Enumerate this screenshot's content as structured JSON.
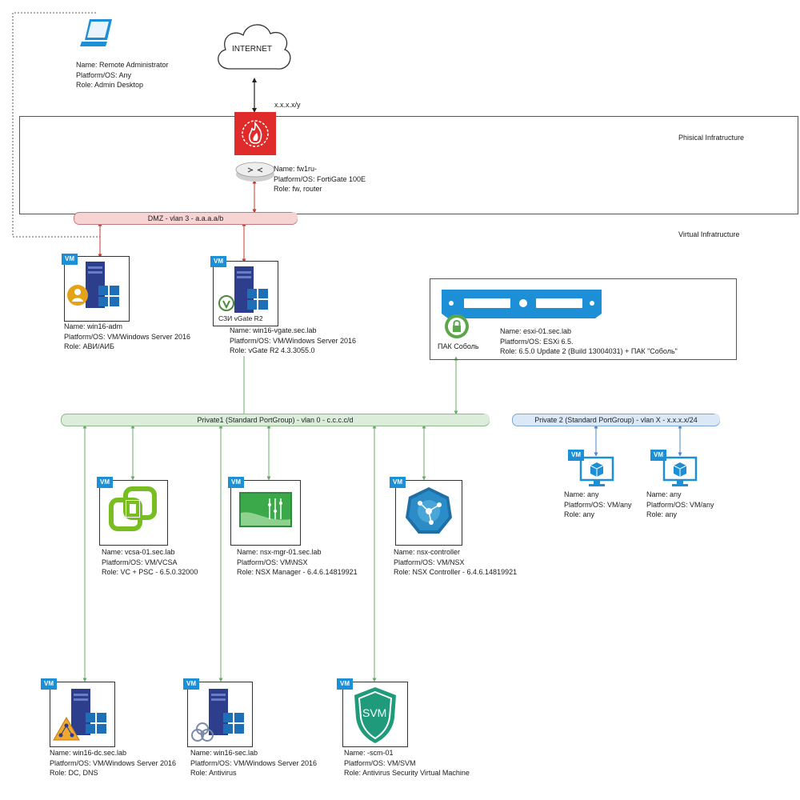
{
  "internet": {
    "label": "INTERNET"
  },
  "wan": {
    "label": "x.x.x.x/y"
  },
  "zones": {
    "physical": "Phisical Infratructure",
    "virtual": "Virtual Infratructure"
  },
  "networks": {
    "dmz": "DMZ - vlan 3 - a.a.a.a/b",
    "private1": "Private1 (Standard PortGroup) - vlan 0 - c.c.c.c/d",
    "private2": "Private 2 (Standard PortGroup) - vlan X - x.x.x.x/24"
  },
  "vm_tag": "VM",
  "nodes": {
    "remote_admin": {
      "lines": [
        "Name: Remote Administrator",
        "Platform/OS: Any",
        "Role: Admin Desktop"
      ]
    },
    "firewall": {
      "lines": [
        "Name: fw1ru-",
        "Platform/OS: FortiGate 100E",
        "Role: fw, router"
      ]
    },
    "win16_adm": {
      "lines": [
        "Name: win16-adm",
        "Platform/OS: VM/Windows Server 2016",
        "Role: АВИ/АИБ"
      ]
    },
    "win16_vgate": {
      "badge": "СЗИ vGate R2",
      "lines": [
        "Name: win16-vgate.sec.lab",
        "Platform/OS: VM/Windows Server 2016",
        "Role: vGate R2 4.3.3055.0"
      ]
    },
    "esxi": {
      "badge": "ПАК Соболь",
      "lines": [
        "Name: esxi-01.sec.lab",
        "Platform/OS: ESXi 6.5.",
        "Role: 6.5.0 Update 2 (Build 13004031) + ПАК \"Соболь\""
      ]
    },
    "vcsa": {
      "lines": [
        "Name: vcsa-01.sec.lab",
        "Platform/OS: VM/VCSA",
        "Role: VC +  PSC - 6.5.0.32000"
      ]
    },
    "nsx_mgr": {
      "lines": [
        "Name: nsx-mgr-01.sec.lab",
        "Platform/OS: VM\\NSX",
        "Role: NSX Manager - 6.4.6.14819921"
      ]
    },
    "nsx_ctrl": {
      "lines": [
        "Name: nsx-controller",
        "Platform/OS: VM/NSX",
        "Role: NSX Controller - 6.4.6.14819921"
      ]
    },
    "priv2_a": {
      "lines": [
        "Name: any",
        "Platform/OS: VM/any",
        "Role: any"
      ]
    },
    "priv2_b": {
      "lines": [
        "Name: any",
        "Platform/OS: VM/any",
        "Role: any"
      ]
    },
    "win16_dc": {
      "lines": [
        "Name: win16-dc.sec.lab",
        "Platform/OS: VM/Windows Server 2016",
        "Role: DC, DNS"
      ]
    },
    "win16_sec": {
      "lines": [
        "Name: win16-sec.lab",
        "Platform/OS: VM/Windows Server 2016",
        "Role: Antivirus"
      ]
    },
    "svm": {
      "icon_text": "SVM",
      "lines": [
        "Name: -scm-01",
        "Platform/OS: VM/SVM",
        "Role: Antivirus Security Virtual Machine"
      ]
    }
  },
  "colors": {
    "red": "#c0392b",
    "green": "#6aaa64",
    "blue": "#4a86c8",
    "vm": "#1d8fd6",
    "server": "#2c3e8c"
  }
}
